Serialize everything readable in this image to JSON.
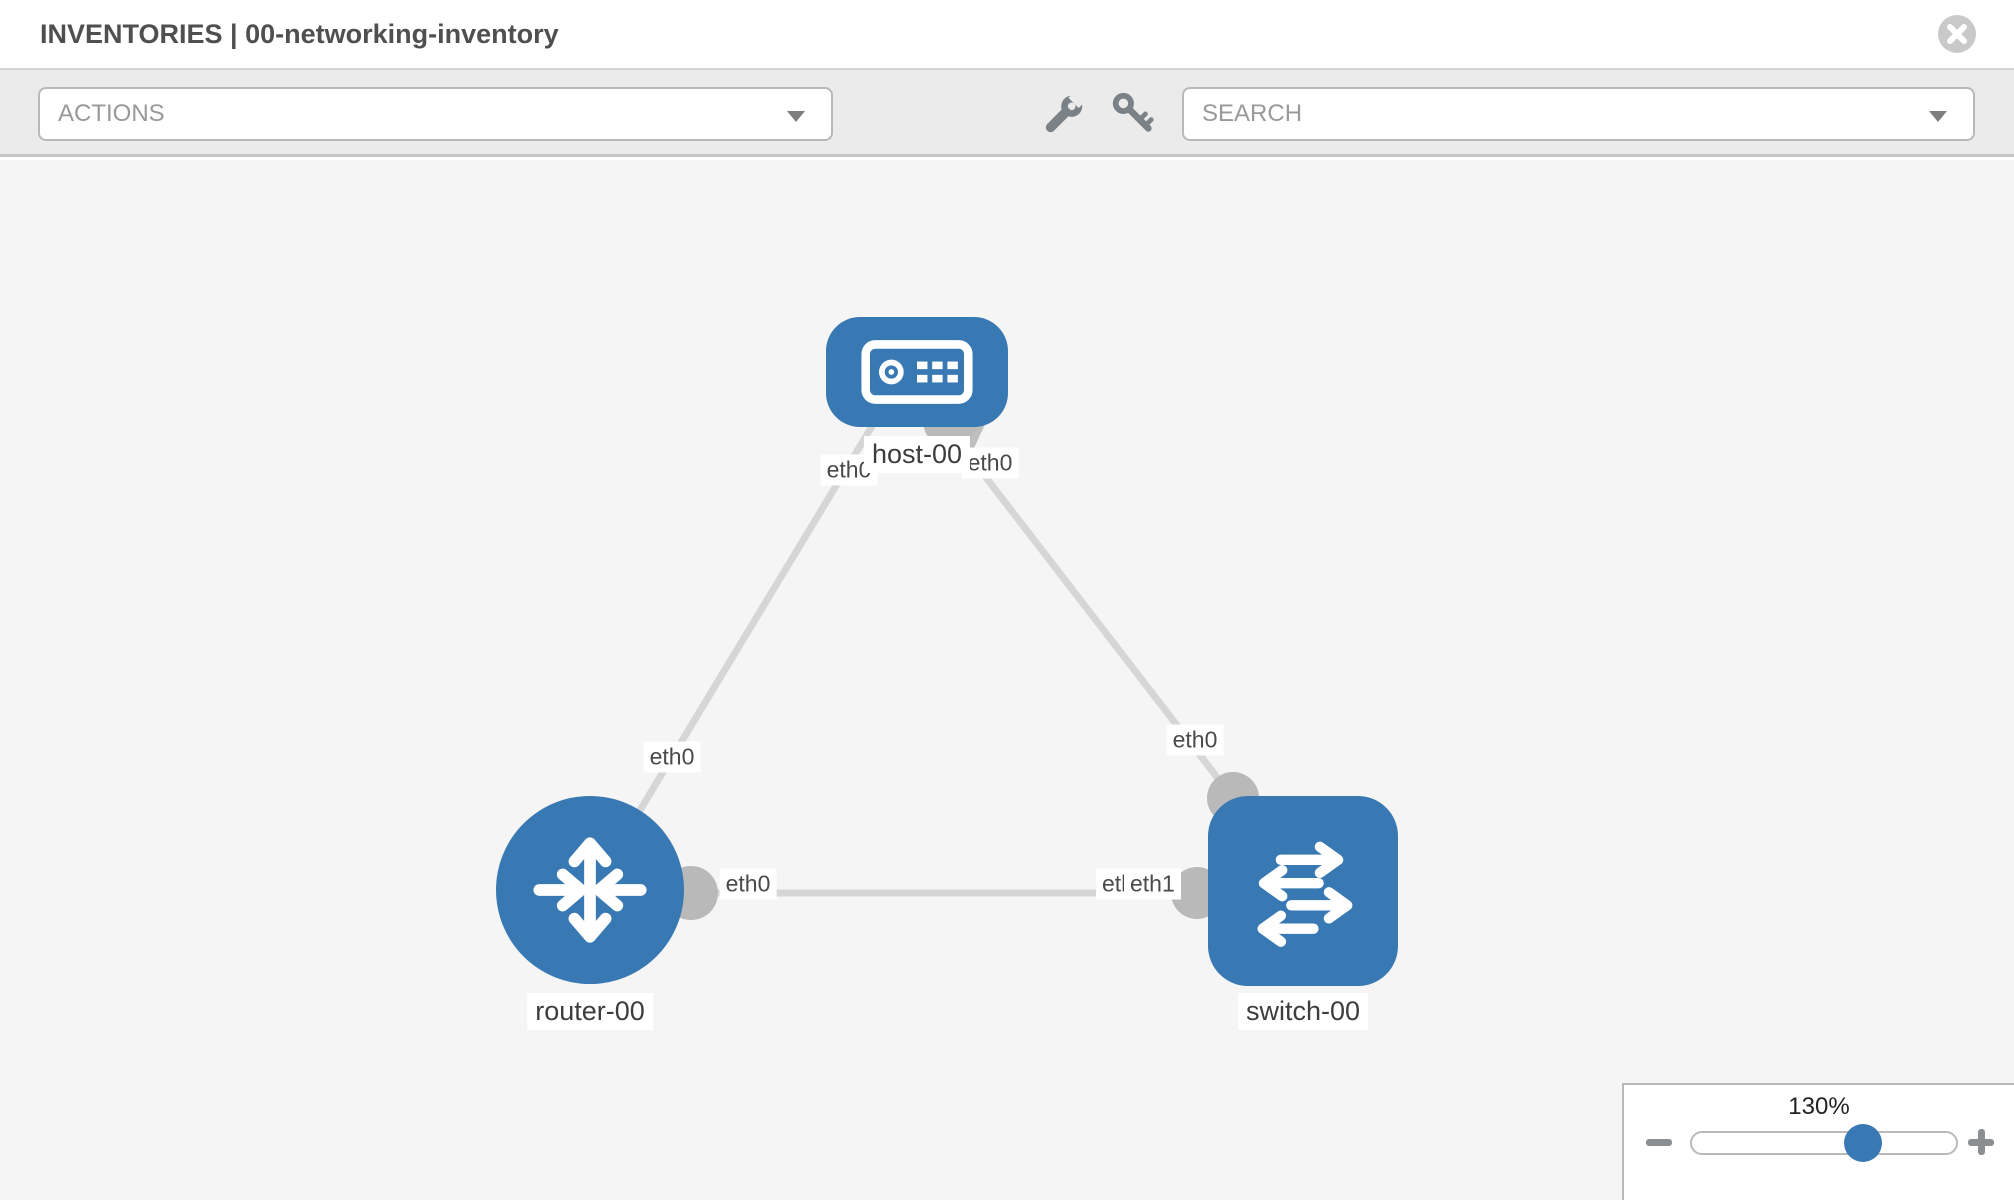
{
  "header": {
    "title": "INVENTORIES | 00-networking-inventory",
    "close_icon": "circle-x-icon"
  },
  "toolbar": {
    "actions": {
      "label": "ACTIONS"
    },
    "search": {
      "label": "SEARCH"
    },
    "icons": [
      "wrench-icon",
      "key-icon"
    ]
  },
  "diagram": {
    "nodes": [
      {
        "id": "host-00",
        "type": "host",
        "label": "host-00"
      },
      {
        "id": "router-00",
        "type": "router",
        "label": "router-00"
      },
      {
        "id": "switch-00",
        "type": "switch",
        "label": "switch-00"
      }
    ],
    "links": [
      {
        "from": "host-00",
        "to": "router-00",
        "from_if": "eth0",
        "to_if": "eth0"
      },
      {
        "from": "host-00",
        "to": "switch-00",
        "from_if": "eth0",
        "to_if": "eth0"
      },
      {
        "from": "router-00",
        "to": "switch-00",
        "from_if": "eth0",
        "to_if": "eth1",
        "to_if_overlapped_by": "eth0"
      }
    ],
    "overlap_labels": {
      "under": "eth0",
      "over": "eth1"
    }
  },
  "zoom_control": {
    "level": "130%"
  },
  "colors": {
    "node_blue": "#3879b3",
    "link_gray": "#d6d6d6",
    "interface_gray": "#b9b9b9",
    "toolbar_bg": "#ebebeb",
    "canvas_bg": "#f5f5f6"
  }
}
